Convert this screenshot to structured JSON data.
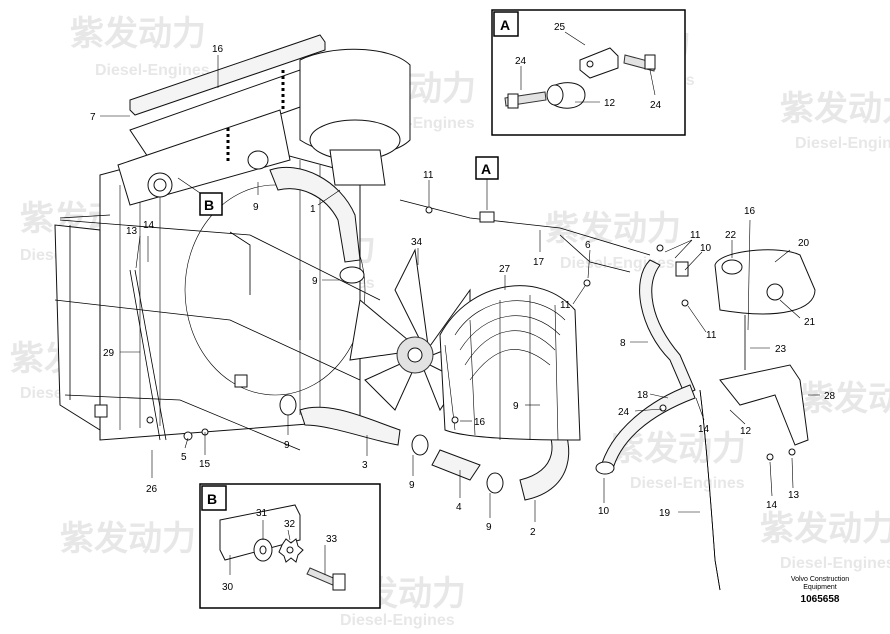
{
  "watermark": {
    "brand_cn": "紫发动力",
    "brand_en": "Diesel-Engines"
  },
  "callouts": [
    "16",
    "7",
    "9",
    "1",
    "9",
    "B",
    "13",
    "14",
    "29",
    "5",
    "15",
    "26",
    "9",
    "3",
    "9",
    "4",
    "9",
    "34",
    "27",
    "16",
    "9",
    "2",
    "11",
    "A",
    "17",
    "6",
    "11",
    "8",
    "11",
    "10",
    "22",
    "16",
    "20",
    "21",
    "11",
    "23",
    "28",
    "18",
    "24",
    "14",
    "12",
    "10",
    "19",
    "14",
    "13"
  ],
  "inset_a": {
    "title": "A",
    "labels": [
      "25",
      "24",
      "12",
      "24"
    ]
  },
  "inset_b": {
    "title": "B",
    "labels": [
      "31",
      "32",
      "33",
      "30"
    ]
  },
  "footer": {
    "brand_line1": "Volvo Construction",
    "brand_line2": "Equipment",
    "doc_number": "1065658"
  }
}
